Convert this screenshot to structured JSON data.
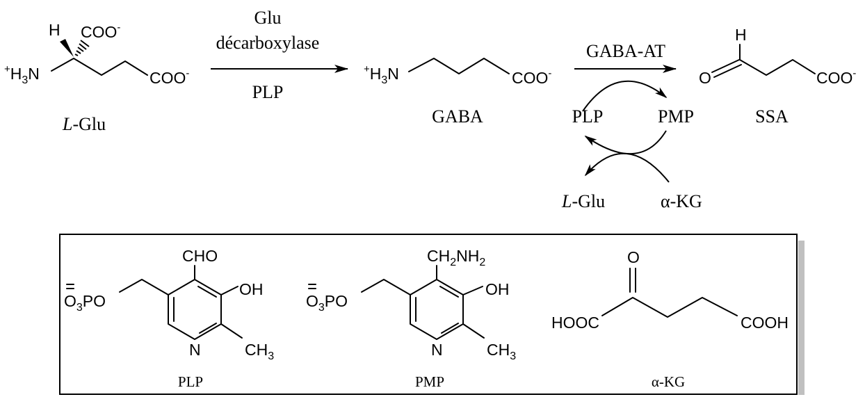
{
  "reaction": {
    "left_molecule": {
      "name": "L-Glu",
      "name_italic": "L",
      "name_rest": "-Glu",
      "h": "H",
      "coo": "COO",
      "charge_minus": "-",
      "charge_plus": "+",
      "h3n_h": "H",
      "h3n_3": "3",
      "h3n_n": "N"
    },
    "arrow1": {
      "top_line1": "Glu",
      "top_line2": "décarboxylase",
      "bottom": "PLP"
    },
    "middle_molecule": {
      "name": "GABA",
      "coo": "COO",
      "charge_minus": "-",
      "charge_plus": "+",
      "h3n_h": "H",
      "h3n_3": "3",
      "h3n_n": "N"
    },
    "arrow2": {
      "top": "GABA-AT"
    },
    "cycle": {
      "plp": "PLP",
      "pmp": "PMP",
      "lglu_italic": "L",
      "lglu_rest": "-Glu",
      "akg": "α-KG"
    },
    "right_molecule": {
      "name": "SSA",
      "h": "H",
      "o": "O",
      "coo": "COO",
      "charge_minus": "-"
    }
  },
  "box": {
    "plp": {
      "caption": "PLP",
      "group": "CHO",
      "oh": "OH",
      "n": "N",
      "ch": "CH",
      "ch_sub": "3",
      "phos_o": "O",
      "phos_sub": "3",
      "phos_rest": "PO"
    },
    "pmp": {
      "caption": "PMP",
      "group_ch": "CH",
      "group_sub1": "2",
      "group_nh": "NH",
      "group_sub2": "2",
      "oh": "OH",
      "n": "N",
      "ch": "CH",
      "ch_sub": "3",
      "phos_o": "O",
      "phos_sub": "3",
      "phos_rest": "PO"
    },
    "akg": {
      "caption": "α-KG",
      "o": "O",
      "hooc": "HOOC",
      "cooh": "COOH"
    }
  }
}
